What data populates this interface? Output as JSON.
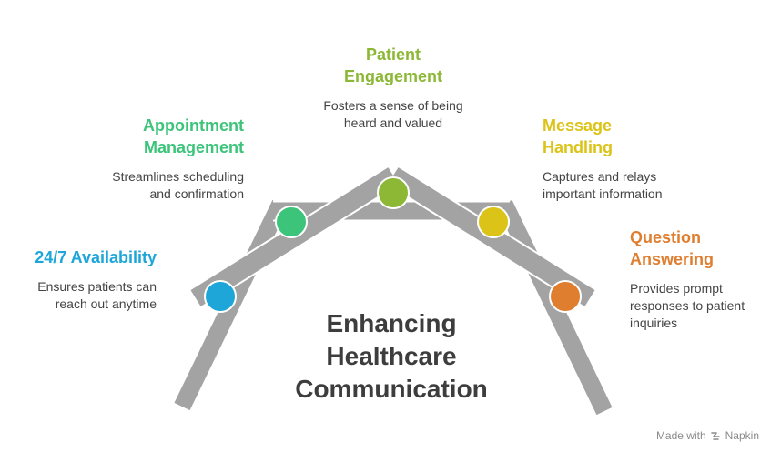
{
  "title": "Enhancing Healthcare Communication",
  "title_lines": [
    "Enhancing",
    "Healthcare",
    "Communication"
  ],
  "items": [
    {
      "title_lines": [
        "24/7 Availability"
      ],
      "desc_lines": [
        "Ensures patients can",
        "reach out anytime"
      ],
      "color": "#1EA6D9"
    },
    {
      "title_lines": [
        "Appointment",
        "Management"
      ],
      "desc_lines": [
        "Streamlines scheduling",
        "and confirmation"
      ],
      "color": "#3CC47A"
    },
    {
      "title_lines": [
        "Patient",
        "Engagement"
      ],
      "desc_lines": [
        "Fosters a sense of being",
        "heard and valued"
      ],
      "color": "#8CB836"
    },
    {
      "title_lines": [
        "Message",
        "Handling"
      ],
      "desc_lines": [
        "Captures and relays",
        "important information"
      ],
      "color": "#DCC317"
    },
    {
      "title_lines": [
        "Question",
        "Answering"
      ],
      "desc_lines": [
        "Provides prompt",
        "responses to patient",
        "inquiries"
      ],
      "color": "#E07E30"
    }
  ],
  "colors": {
    "structure": "#A3A3A3",
    "structure_outline": "#FFFFFF",
    "title": "#3D3D3D"
  },
  "footer": {
    "prefix": "Made with",
    "brand": "Napkin",
    "icon": "napkin-logo-icon"
  }
}
